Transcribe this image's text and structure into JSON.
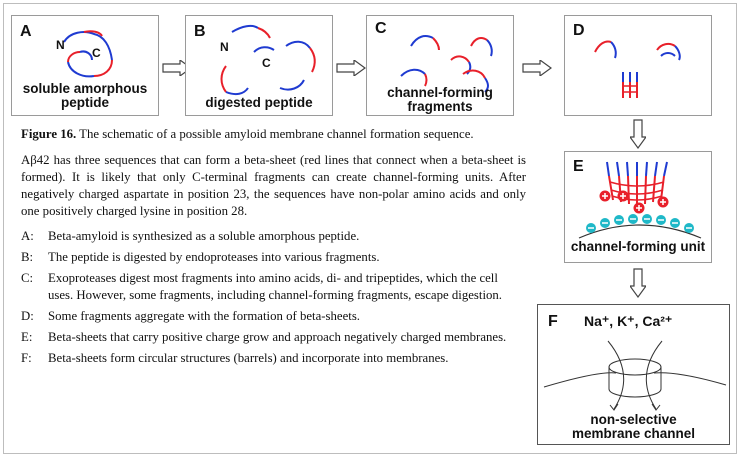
{
  "panels": {
    "A": {
      "letter": "A",
      "n_label": "N",
      "c_label": "C",
      "caption_lines": [
        "soluble amorphous",
        "peptide"
      ]
    },
    "B": {
      "letter": "B",
      "n_label": "N",
      "c_label": "C",
      "caption_lines": [
        "digested peptide"
      ]
    },
    "C": {
      "letter": "C",
      "caption_lines": [
        "channel-forming",
        "fragments"
      ]
    },
    "D": {
      "letter": "D"
    },
    "E": {
      "letter": "E",
      "caption_lines": [
        "channel-forming unit"
      ]
    },
    "F": {
      "letter": "F",
      "ions": "Na⁺, K⁺, Ca²⁺",
      "caption_lines": [
        "non-selective",
        "membrane channel"
      ]
    }
  },
  "colors": {
    "red": "#e8202a",
    "blue": "#1f3bd1",
    "cyan": "#1fb8c8",
    "border": "#9a9a9a"
  },
  "figure": {
    "label": "Figure 16.",
    "title": " The schematic of a possible amyloid membrane channel formation sequence.",
    "paragraph": "Aβ42 has three sequences that can form a beta-sheet (red lines that connect when a beta-sheet is formed). It is likely that only C-terminal fragments can create channel-forming units. After negatively charged aspartate in position 23, the sequences have non-polar amino acids and only one positively charged lysine in position 28.",
    "items": [
      {
        "key": "A:",
        "text": "Beta-amyloid is synthesized as a soluble amorphous peptide."
      },
      {
        "key": "B:",
        "text": "The peptide is digested by endoproteases into various fragments."
      },
      {
        "key": "C:",
        "text": "Exoproteases digest most fragments into amino acids, di- and tripeptides, which the cell uses. However, some fragments, including channel-forming fragments, escape digestion."
      },
      {
        "key": "D:",
        "text": "Some fragments aggregate with the formation of beta-sheets."
      },
      {
        "key": "E:",
        "text": "Beta-sheets that carry positive charge grow and approach negatively charged membranes."
      },
      {
        "key": "F:",
        "text": "Beta-sheets form circular structures (barrels) and incorporate into membranes."
      }
    ]
  }
}
